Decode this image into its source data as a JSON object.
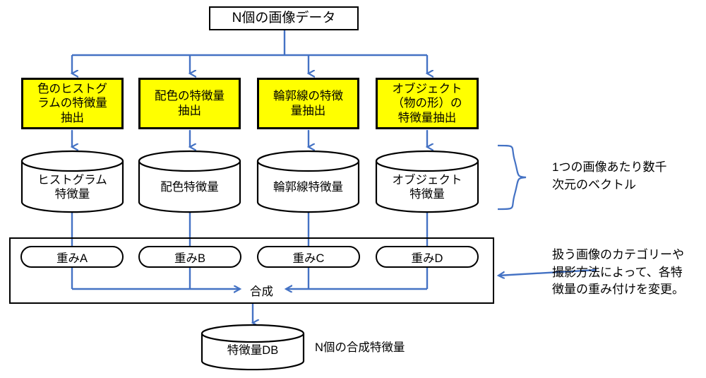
{
  "diagram": {
    "title": "画像特徴量抽出・合成パイプライン",
    "colors": {
      "wire": "#4472C4",
      "outline": "#000000",
      "highlight_fill": "#FFFF00",
      "node_fill": "#FFFFFF",
      "background": "#FFFFFF"
    },
    "source": {
      "label": "N個の画像データ"
    },
    "extractors": [
      {
        "label": "色のヒストグ\nラムの特徴量\n抽出"
      },
      {
        "label": "配色の特徴量\n抽出"
      },
      {
        "label": "輪郭線の特徴\n量抽出"
      },
      {
        "label": "オブジェクト\n（物の形）の\n特徴量抽出"
      }
    ],
    "feature_stores": [
      {
        "label": "ヒストグラム\n特徴量"
      },
      {
        "label": "配色特徴量"
      },
      {
        "label": "輪郭線特徴量"
      },
      {
        "label": "オブジェクト\n特徴量"
      }
    ],
    "weights": [
      {
        "label": "重みA"
      },
      {
        "label": "重みB"
      },
      {
        "label": "重みC"
      },
      {
        "label": "重みD"
      }
    ],
    "combine": {
      "label": "合成"
    },
    "database": {
      "label": "特徴量DB"
    },
    "database_caption": {
      "label": "N個の合成特徴量"
    },
    "annotations": [
      {
        "label": "1つの画像あたり数千\n次元のベクトル"
      },
      {
        "label": "扱う画像のカテゴリーや\n撮影方法によって、各特\n徴量の重み付けを変更。"
      }
    ]
  }
}
